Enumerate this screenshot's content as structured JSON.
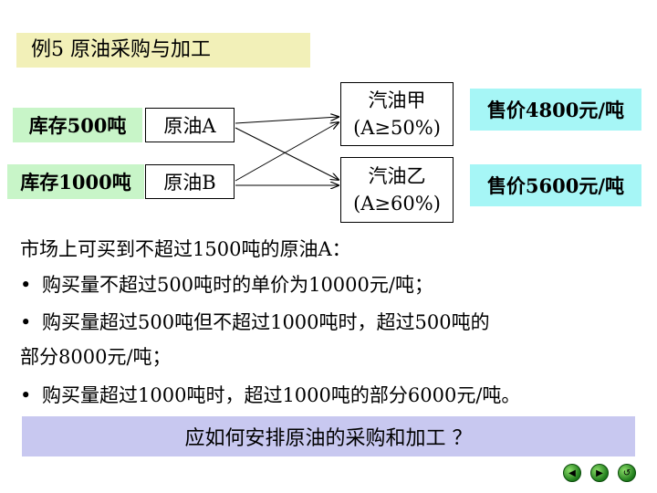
{
  "title": "例5  原油采购与加工",
  "diagram": {
    "stock_a": "库存500吨",
    "stock_b": "库存1000吨",
    "crude_a": "原油A",
    "crude_b": "原油B",
    "gas_a_name": "汽油甲",
    "gas_a_req": "(A≥50%)",
    "gas_b_name": "汽油乙",
    "gas_b_req": "(A≥60%)",
    "price_a": "售价4800元/吨",
    "price_b": "售价5600元/吨"
  },
  "text": {
    "line1": "市场上可买到不超过1500吨的原油A：",
    "bullet": "•",
    "line2": "购买量不超过500吨时的单价为10000元/吨；",
    "line3": "购买量超过500吨但不超过1000吨时，超过500吨的",
    "line4": "部分8000元/吨；",
    "line5": "购买量超过1000吨时，超过1000吨的部分6000元/吨。"
  },
  "question": "应如何安排原油的采购和加工 ？",
  "nav": {
    "prev_icon": "◀",
    "next_icon": "▶",
    "return_icon": "↺"
  }
}
